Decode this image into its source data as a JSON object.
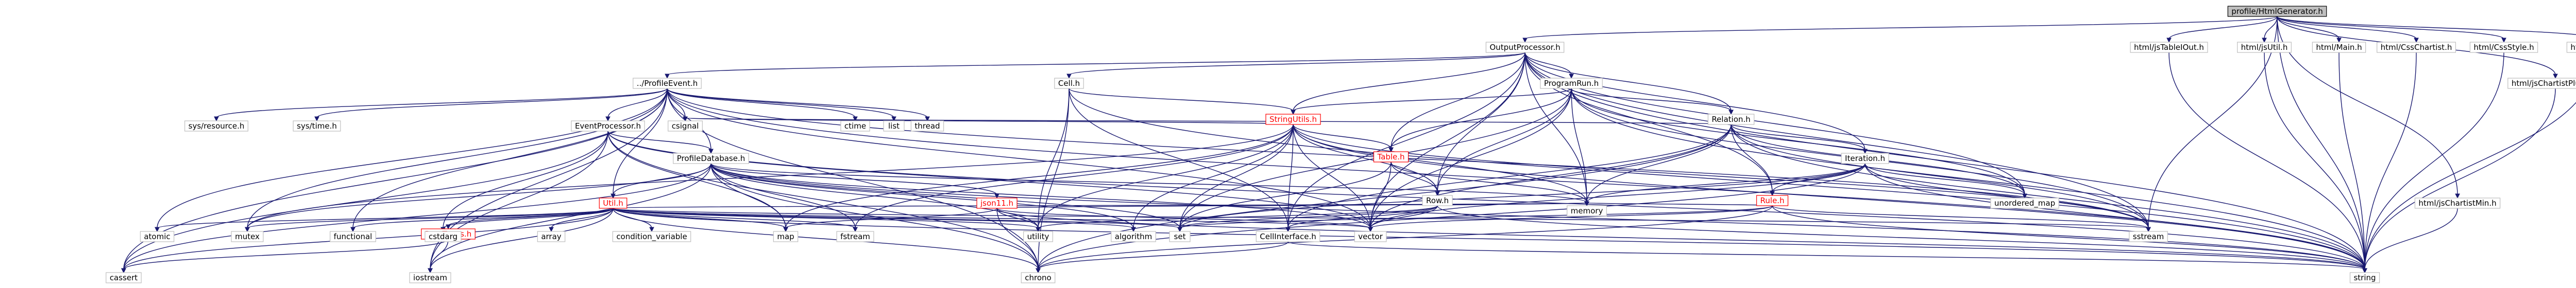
{
  "graph": {
    "nodes": [
      {
        "id": "root",
        "label": "profile/HtmlGenerator.h",
        "kind": "root"
      },
      {
        "id": "output",
        "label": "OutputProcessor.h"
      },
      {
        "id": "htmltableiout",
        "label": "html/jsTableIOut.h"
      },
      {
        "id": "htmljsutil",
        "label": "html/jsUtil.h"
      },
      {
        "id": "htmlmain",
        "label": "html/Main.h"
      },
      {
        "id": "htmlcsschart",
        "label": "html/CssChartist.h"
      },
      {
        "id": "htmlcssstyle",
        "label": "html/CssStyle.h"
      },
      {
        "id": "htmlchartplugin",
        "label": "html/jsChartistPlugin.h"
      },
      {
        "id": "htmljsmain",
        "label": "html/jsMain.h"
      },
      {
        "id": "htmlchartmin",
        "label": "html/jsChartistMin.h"
      },
      {
        "id": "profilevent",
        "label": "../ProfileEvent.h"
      },
      {
        "id": "cell",
        "label": "Cell.h"
      },
      {
        "id": "programrun",
        "label": "ProgramRun.h"
      },
      {
        "id": "relation",
        "label": "Relation.h"
      },
      {
        "id": "stringutils",
        "label": "StringUtils.h",
        "kind": "red"
      },
      {
        "id": "table",
        "label": "Table.h",
        "kind": "red"
      },
      {
        "id": "row",
        "label": "Row.h"
      },
      {
        "id": "iteration",
        "label": "Iteration.h"
      },
      {
        "id": "rule",
        "label": "Rule.h",
        "kind": "red"
      },
      {
        "id": "celliface",
        "label": "CellInterface.h"
      },
      {
        "id": "eventproc",
        "label": "EventProcessor.h"
      },
      {
        "id": "profiledb",
        "label": "ProfileDatabase.h"
      },
      {
        "id": "utilh",
        "label": "Util.h",
        "kind": "red"
      },
      {
        "id": "json11",
        "label": "json11.h",
        "kind": "red"
      },
      {
        "id": "ramtypes",
        "label": "RamTypes.h",
        "kind": "red"
      },
      {
        "id": "sysresource",
        "label": "sys/resource.h"
      },
      {
        "id": "systime",
        "label": "sys/time.h"
      },
      {
        "id": "ctime",
        "label": "ctime"
      },
      {
        "id": "list",
        "label": "list"
      },
      {
        "id": "thread",
        "label": "thread"
      },
      {
        "id": "csignal",
        "label": "csignal"
      },
      {
        "id": "unorderedmap",
        "label": "unordered_map"
      },
      {
        "id": "sstream",
        "label": "sstream"
      },
      {
        "id": "string",
        "label": "string"
      },
      {
        "id": "vector",
        "label": "vector"
      },
      {
        "id": "memory",
        "label": "memory"
      },
      {
        "id": "set",
        "label": "set"
      },
      {
        "id": "utility",
        "label": "utility"
      },
      {
        "id": "algorithm",
        "label": "algorithm"
      },
      {
        "id": "map",
        "label": "map"
      },
      {
        "id": "fstream",
        "label": "fstream"
      },
      {
        "id": "chrono",
        "label": "chrono"
      },
      {
        "id": "cassert",
        "label": "cassert"
      },
      {
        "id": "iostream",
        "label": "iostream"
      },
      {
        "id": "atomic",
        "label": "atomic"
      },
      {
        "id": "mutex",
        "label": "mutex"
      },
      {
        "id": "functional",
        "label": "functional"
      },
      {
        "id": "cstdarg",
        "label": "cstdarg"
      },
      {
        "id": "array",
        "label": "array"
      },
      {
        "id": "condvar",
        "label": "condition_variable"
      }
    ],
    "edges": [
      [
        "root",
        "output"
      ],
      [
        "root",
        "htmltableiout"
      ],
      [
        "root",
        "htmljsutil"
      ],
      [
        "root",
        "htmlmain"
      ],
      [
        "root",
        "htmlcsschart"
      ],
      [
        "root",
        "htmlcssstyle"
      ],
      [
        "root",
        "htmlchartplugin"
      ],
      [
        "root",
        "htmljsmain"
      ],
      [
        "root",
        "htmlchartmin"
      ],
      [
        "root",
        "string"
      ],
      [
        "root",
        "sstream"
      ],
      [
        "htmltableiout",
        "string"
      ],
      [
        "htmljsutil",
        "string"
      ],
      [
        "htmlmain",
        "string"
      ],
      [
        "htmlcsschart",
        "string"
      ],
      [
        "htmlcssstyle",
        "string"
      ],
      [
        "htmlchartplugin",
        "string"
      ],
      [
        "htmljsmain",
        "string"
      ],
      [
        "htmlchartmin",
        "string"
      ],
      [
        "output",
        "profilevent"
      ],
      [
        "output",
        "cell"
      ],
      [
        "output",
        "programrun"
      ],
      [
        "output",
        "relation"
      ],
      [
        "output",
        "stringutils"
      ],
      [
        "output",
        "table"
      ],
      [
        "output",
        "row"
      ],
      [
        "output",
        "iteration"
      ],
      [
        "output",
        "rule"
      ],
      [
        "output",
        "celliface"
      ],
      [
        "output",
        "memory"
      ],
      [
        "output",
        "vector"
      ],
      [
        "output",
        "unorderedmap"
      ],
      [
        "output",
        "sstream"
      ],
      [
        "output",
        "string"
      ],
      [
        "profilevent",
        "sysresource"
      ],
      [
        "profilevent",
        "systime"
      ],
      [
        "profilevent",
        "ctime"
      ],
      [
        "profilevent",
        "list"
      ],
      [
        "profilevent",
        "thread"
      ],
      [
        "profilevent",
        "csignal"
      ],
      [
        "profilevent",
        "eventproc"
      ],
      [
        "profilevent",
        "profiledb"
      ],
      [
        "profilevent",
        "utilh"
      ],
      [
        "profilevent",
        "atomic"
      ],
      [
        "profilevent",
        "mutex"
      ],
      [
        "profilevent",
        "functional"
      ],
      [
        "profilevent",
        "chrono"
      ],
      [
        "profilevent",
        "iostream"
      ],
      [
        "profilevent",
        "cassert"
      ],
      [
        "profilevent",
        "string"
      ],
      [
        "profilevent",
        "sstream"
      ],
      [
        "profilevent",
        "vector"
      ],
      [
        "cell",
        "stringutils"
      ],
      [
        "cell",
        "celliface"
      ],
      [
        "cell",
        "chrono"
      ],
      [
        "cell",
        "utility"
      ],
      [
        "cell",
        "string"
      ],
      [
        "programrun",
        "stringutils"
      ],
      [
        "programrun",
        "relation"
      ],
      [
        "programrun",
        "table"
      ],
      [
        "programrun",
        "row"
      ],
      [
        "programrun",
        "memory"
      ],
      [
        "programrun",
        "vector"
      ],
      [
        "programrun",
        "string"
      ],
      [
        "programrun",
        "unorderedmap"
      ],
      [
        "programrun",
        "set"
      ],
      [
        "programrun",
        "sstream"
      ],
      [
        "relation",
        "iteration"
      ],
      [
        "relation",
        "rule"
      ],
      [
        "relation",
        "memory"
      ],
      [
        "relation",
        "vector"
      ],
      [
        "relation",
        "chrono"
      ],
      [
        "relation",
        "sstream"
      ],
      [
        "relation",
        "string"
      ],
      [
        "relation",
        "unorderedmap"
      ],
      [
        "relation",
        "celliface"
      ],
      [
        "relation",
        "csignal"
      ],
      [
        "stringutils",
        "table"
      ],
      [
        "stringutils",
        "row"
      ],
      [
        "stringutils",
        "celliface"
      ],
      [
        "stringutils",
        "vector"
      ],
      [
        "stringutils",
        "memory"
      ],
      [
        "stringutils",
        "string"
      ],
      [
        "stringutils",
        "sstream"
      ],
      [
        "stringutils",
        "algorithm"
      ],
      [
        "stringutils",
        "csignal"
      ],
      [
        "stringutils",
        "utility"
      ],
      [
        "stringutils",
        "map"
      ],
      [
        "stringutils",
        "set"
      ],
      [
        "stringutils",
        "fstream"
      ],
      [
        "stringutils",
        "mutex"
      ],
      [
        "table",
        "row"
      ],
      [
        "table",
        "memory"
      ],
      [
        "table",
        "vector"
      ],
      [
        "table",
        "set"
      ],
      [
        "row",
        "celliface"
      ],
      [
        "row",
        "memory"
      ],
      [
        "row",
        "vector"
      ],
      [
        "row",
        "string"
      ],
      [
        "row",
        "set"
      ],
      [
        "row",
        "utility"
      ],
      [
        "iteration",
        "rule"
      ],
      [
        "iteration",
        "memory"
      ],
      [
        "iteration",
        "vector"
      ],
      [
        "iteration",
        "string"
      ],
      [
        "iteration",
        "unorderedmap"
      ],
      [
        "iteration",
        "sstream"
      ],
      [
        "iteration",
        "chrono"
      ],
      [
        "iteration",
        "set"
      ],
      [
        "rule",
        "memory"
      ],
      [
        "rule",
        "vector"
      ],
      [
        "rule",
        "string"
      ],
      [
        "rule",
        "sstream"
      ],
      [
        "rule",
        "chrono"
      ],
      [
        "rule",
        "set"
      ],
      [
        "celliface",
        "chrono"
      ],
      [
        "celliface",
        "string"
      ],
      [
        "eventproc",
        "profiledb"
      ],
      [
        "eventproc",
        "map"
      ],
      [
        "eventproc",
        "string"
      ],
      [
        "eventproc",
        "vector"
      ],
      [
        "eventproc",
        "cstdarg"
      ],
      [
        "eventproc",
        "cassert"
      ],
      [
        "eventproc",
        "chrono"
      ],
      [
        "eventproc",
        "iostream"
      ],
      [
        "profiledb",
        "utilh"
      ],
      [
        "profiledb",
        "json11"
      ],
      [
        "profiledb",
        "map"
      ],
      [
        "profiledb",
        "fstream"
      ],
      [
        "profiledb",
        "string"
      ],
      [
        "profiledb",
        "vector"
      ],
      [
        "profiledb",
        "memory"
      ],
      [
        "profiledb",
        "mutex"
      ],
      [
        "profiledb",
        "chrono"
      ],
      [
        "profiledb",
        "utility"
      ],
      [
        "profiledb",
        "set"
      ],
      [
        "profiledb",
        "cassert"
      ],
      [
        "profiledb",
        "iostream"
      ],
      [
        "profiledb",
        "algorithm"
      ],
      [
        "utilh",
        "ramtypes"
      ],
      [
        "utilh",
        "atomic"
      ],
      [
        "utilh",
        "mutex"
      ],
      [
        "utilh",
        "functional"
      ],
      [
        "utilh",
        "cstdarg"
      ],
      [
        "utilh",
        "array"
      ],
      [
        "utilh",
        "condvar"
      ],
      [
        "utilh",
        "map"
      ],
      [
        "utilh",
        "fstream"
      ],
      [
        "utilh",
        "chrono"
      ],
      [
        "utilh",
        "iostream"
      ],
      [
        "utilh",
        "cassert"
      ],
      [
        "utilh",
        "set"
      ],
      [
        "utilh",
        "vector"
      ],
      [
        "utilh",
        "string"
      ],
      [
        "utilh",
        "utility"
      ],
      [
        "utilh",
        "sstream"
      ],
      [
        "utilh",
        "algorithm"
      ],
      [
        "utilh",
        "memory"
      ],
      [
        "json11",
        "map"
      ],
      [
        "json11",
        "string"
      ],
      [
        "json11",
        "vector"
      ],
      [
        "json11",
        "memory"
      ],
      [
        "json11",
        "utility"
      ],
      [
        "json11",
        "chrono"
      ],
      [
        "ramtypes",
        "cassert"
      ],
      [
        "ramtypes",
        "iostream"
      ]
    ]
  }
}
